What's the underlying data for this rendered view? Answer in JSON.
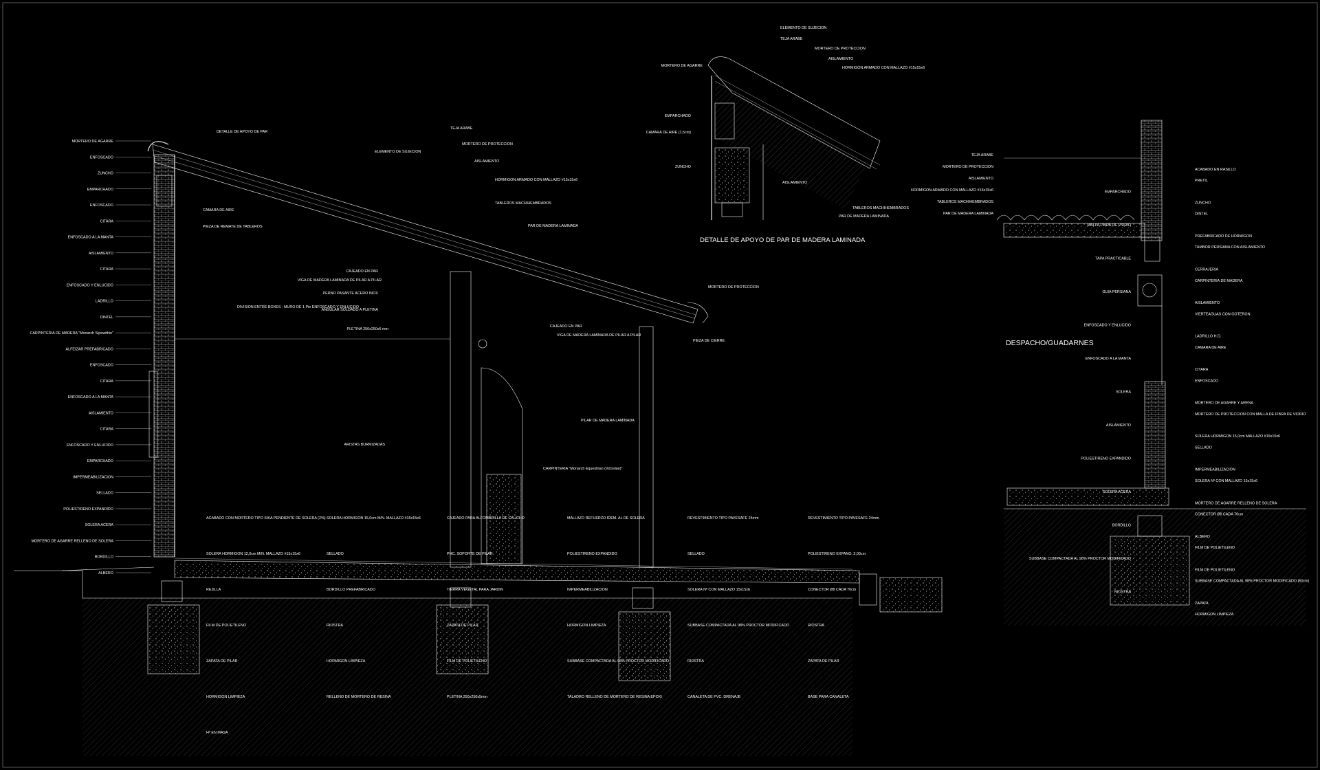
{
  "titles": {
    "detail": "DETALLE DE APOYO DE PAR DE MADERA LAMINADA",
    "room": "DESPACHO/GUADARNES"
  },
  "main_labels": {
    "left": [
      "MORTERO DE AGARRE",
      "ENFOSCADO",
      "ZUNCHO",
      "EMPARCHADO",
      "ENFOSCADO",
      "CITARA",
      "ENFOSCADO A LA MANTA",
      "AISLAMIENTO",
      "CITARA",
      "ENFOSCADO Y ENLUCIDO",
      "LADRILLO",
      "DINTEL",
      "CARPINTERIA DE MADERA \"Monarch Sipewithin\"",
      "ALFEIZAR PREFABRICADO",
      "ENFOSCADO",
      "CITARA",
      "ENFOSCADO A LA MANTA",
      "AISLAMIENTO",
      "CITARA",
      "ENFOSCADO Y ENLUCIDO",
      "EMPARCHADO",
      "IMPERMEABILIZACION",
      "SELLADO",
      "POLIESTIRENO EXPANDIDO",
      "SOLERA ACERA",
      "MORTERO DE AGARRE RELLENO DE SOLERA",
      "BORDILLO",
      "ALBERO"
    ],
    "top": [
      "DETALLE DE APOYO DE PAR",
      "TEJA ARABE",
      "ELEMENTO DE SUJECION",
      "MORTERO DE PROTECCION",
      "AISLAMIENTO",
      "HORMIGON ARMADO CON MALLAZO #15x15x6",
      "TABLEROS MACHIHEMBRADOS",
      "PAR DE MADERA LAMINADA",
      "CAMARA DE AIRE",
      "PIEZA DE REMATE DE TABLEROS"
    ],
    "center": [
      "DIVISION ENTRE BOXES : MURO DE 1 Pie ENFOSCADO Y ENLUCIDO",
      "CAJEADO EN PAR",
      "VIGA DE MADERA LAMINADA DE PILAR A PILAR",
      "PERNO PASANTE ACERO INOX",
      "ANGULAR SOLDADO A PLETINA",
      "PLETINA 250x250x5 mm",
      "ARISTAS BURMIZADAS",
      "CARPINTERIA \"Monarch Equestrian (Victorian)\"",
      "CAJEADO EN PAR",
      "VIGA DE MADERA LAMINADA DE PILAR A PILAR",
      "PILAR DE MADERA LAMINADA",
      "MORTERO DE PROTECCION",
      "PIEZA DE CIERRE"
    ],
    "bottom": [
      "ACABADO CON MORTERO TIPO SIKA PENDIENTE DE SOLERA (2%)",
      "SOLERA HORMIGON 15,0cm M/N. MALLAZO #15x15x6",
      "CAJEADO PARA ALFOMBRILLA DE CAUCHO",
      "MALLAZO REFUERZO IDEM. AL DE SOLERA",
      "REVESTIMIENTO TIPO PAVESAFE 24mm",
      "REVESTIMIENTO TIPO PAVESAFE 24mm",
      "SOLERA HORMIGON 12,0cm M/N. MALLAZO #15x15x6",
      "SELLADO",
      "PHC. SOPORTE DE PILAR",
      "POLIESTIRENO EXPANDIDO",
      "SELLADO",
      "POLIESTIRENO EXPANO. 2,00cm",
      "REJILLA",
      "BORDILLO PREFABRICADO",
      "TIERRA VEGETAL PARA JARDIN",
      "IMPERMEABILIZACION",
      "SOLERA Nº CON MALLAZO 15x15x6",
      "CONECTOR Ø8 CADA 70cm",
      "FILM DE POLIETILENO",
      "RIOSTRA",
      "ZAPATA DE PILAR",
      "HORMIGON LIMPIEZA",
      "SUBBASE COMPACTADA AL 98% PROCTOR MODIFICADO",
      "RIOSTRA",
      "ZAPATA DE PILAR",
      "HORMIGON LIMPIEZA",
      "FILM DE POLIETILENO",
      "SUBBASE COMPACTADA AL 98% PROCTOR MODIFICADO",
      "RIOSTRA",
      "ZAPATA DE PILAR",
      "HORMIGON LIMPIEZA",
      "RELLENO DE MORTERO DE RESINA",
      "PLETINA 250x250x5mm",
      "TALADRO RELLENO DE MORTERO DE RESINA EPOXI",
      "CANALETA DE PVC. DRENAJE",
      "BASE PARA CANALETA",
      "Hº EN MASA"
    ]
  },
  "detail_labels": [
    "ELEMENTO DE SUJECION",
    "TEJA ARABE",
    "MORTERO DE AGARRE",
    "MORTERO DE PROTECCION",
    "AISLAMIENTO",
    "HORMIGON ARMADO CON MALLAZO #15x15x6",
    "EMPARCHADO",
    "CAMARA DE AIRE (1,5cm)",
    "ZUNCHO",
    "AISLAMIENTO",
    "TABLEROS MACHIHEMBRADOS",
    "PAR DE MADERA LAMINADA"
  ],
  "right_labels": [
    "TEJA ARABE",
    "MORTERO DE PROTECCION",
    "AISLAMIENTO",
    "HORMIGON ARMADO CON MALLAZO #15x15x6",
    "TABLEROS MACHIHEMBRADOS",
    "PAR DE MADERA LAMINADA",
    "ACABADO EN RASILLO",
    "PRETIL",
    "EMPARCHADO",
    "ZUNCHO",
    "DINTEL",
    "MALLA FIBRA DE VIDRIO",
    "PREFABRICADO DE HORMIGON",
    "TAMBOR PERSIANA CON AISLAMIENTO",
    "TAPA PRACTICABLE",
    "CERRAJERIA",
    "CARPINTERIA DE MADERA",
    "GUIA PERSIANA",
    "AISLAMIENTO",
    "VIERTEAGUAS CON GOTERON",
    "ENFOSCADO Y ENLUCIDO",
    "LADRILLO H.D.",
    "CAMARA DE AIRE",
    "ENFOSCADO A LA MANTA",
    "CITARA",
    "ENFOSCADO",
    "SOLERA",
    "MORTERO DE AGARRE Y ARENA",
    "MORTERO DE PROTECCION CON MALLA DE FIBRA DE VIDRIO",
    "AISLAMIENTO",
    "SOLERA HORMIGON 15,0cm MALLAZO #15x15x6",
    "SELLADO",
    "POLIESTIRENO EXPANDIDO",
    "IMPERMEABILIZACION",
    "SOLERA Nº CON MALLAZO 15x15x6",
    "SOLERA ACERA",
    "MORTERO DE AGARRE RELLENO DE SOLERA",
    "CONECTOR Ø8 CADA 70cm",
    "BORDILLO",
    "ALBERO",
    "FILM DE POLIETILENO",
    "SUBBASE COMPACTADA AL 98% PROCTOR MODIFICADO",
    "FILM DE POLIETILENO",
    "SUBBASE COMPACTADA AL 98% PROCTOR MODIFICADO (60cm)",
    "RIOSTRA",
    "ZAPATA",
    "HORMIGON LIMPIEZA"
  ],
  "colors": {
    "background": "#000000",
    "line": "#ffffff"
  }
}
